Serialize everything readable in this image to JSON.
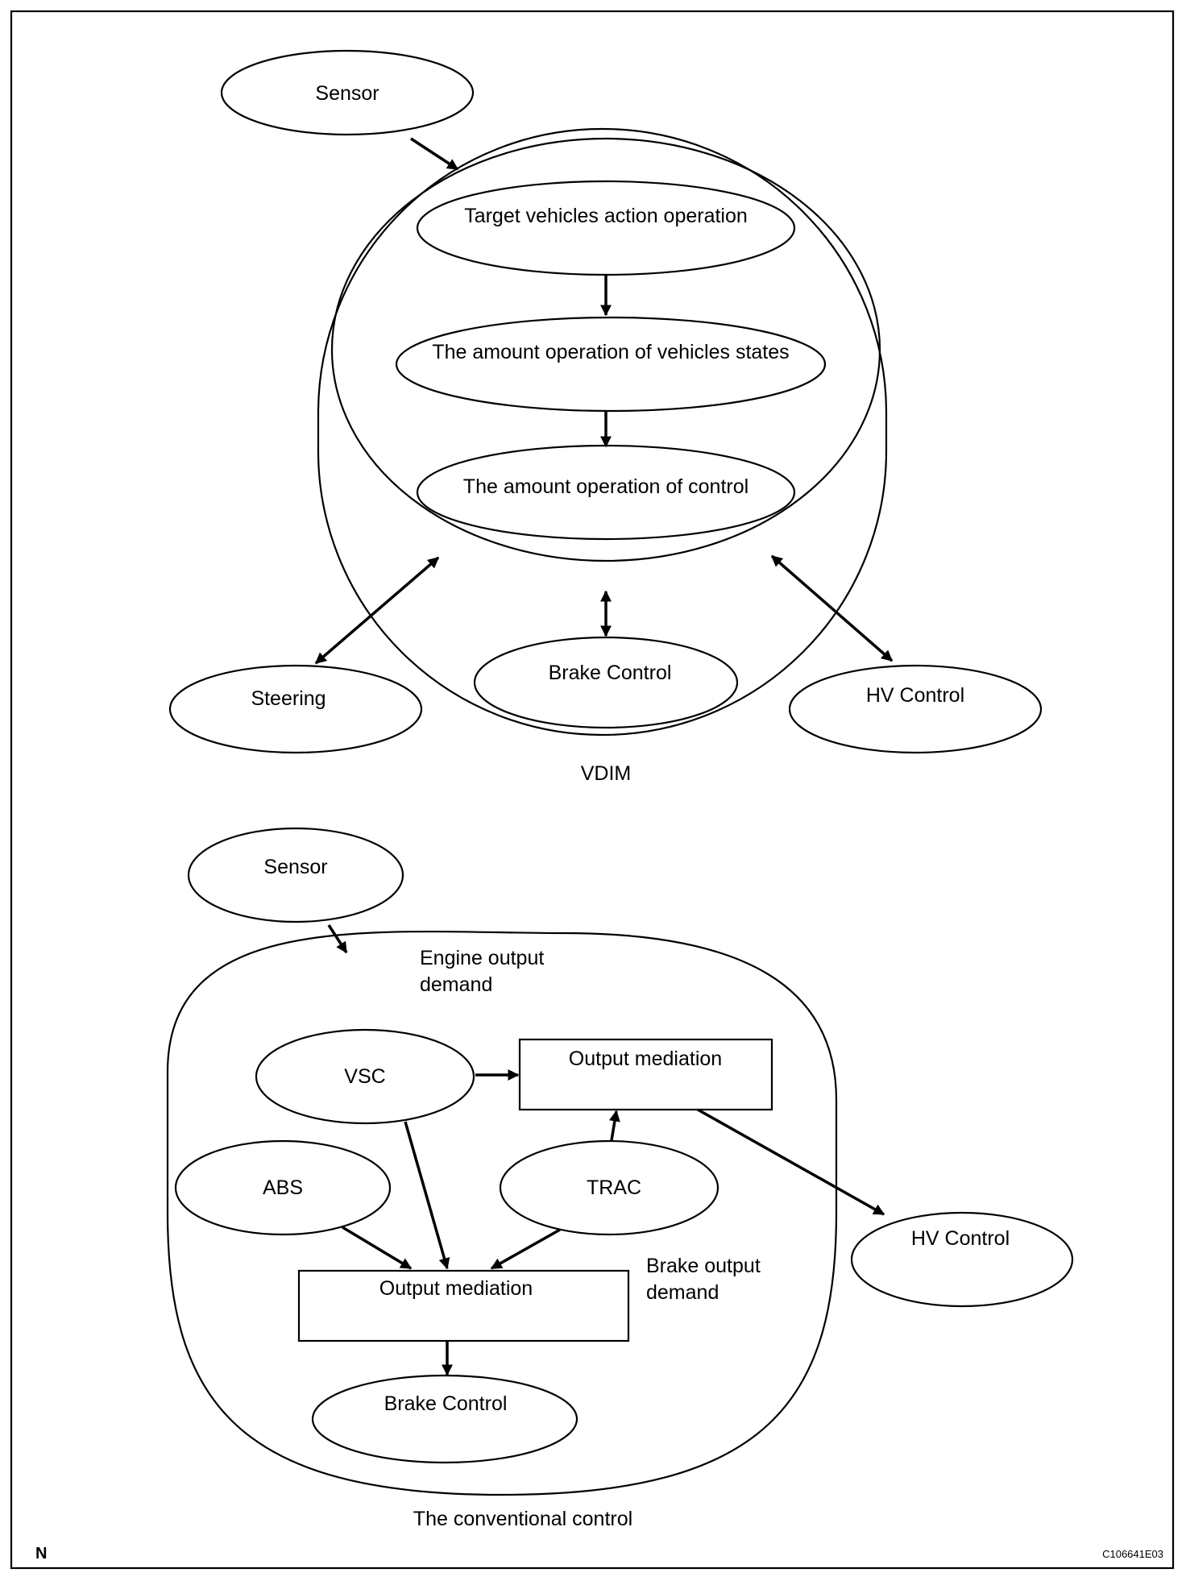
{
  "vdim": {
    "sensor": "Sensor",
    "target_action": "Target vehicles action operation",
    "amount_states": "The amount operation of vehicles states",
    "amount_control": "The amount operation of control",
    "steering": "Steering",
    "brake_control": "Brake Control",
    "hv_control": "HV Control",
    "caption": "VDIM"
  },
  "conventional": {
    "sensor": "Sensor",
    "engine_demand_line1": "Engine output",
    "engine_demand_line2": "demand",
    "vsc": "VSC",
    "output_mediation_top": "Output mediation",
    "abs": "ABS",
    "trac": "TRAC",
    "hv_control": "HV Control",
    "output_mediation_bottom": "Output mediation",
    "brake_demand_line1": "Brake output",
    "brake_demand_line2": "demand",
    "brake_control": "Brake Control",
    "caption": "The conventional control"
  },
  "footer": {
    "left_mark": "N",
    "code": "C106641E03"
  }
}
